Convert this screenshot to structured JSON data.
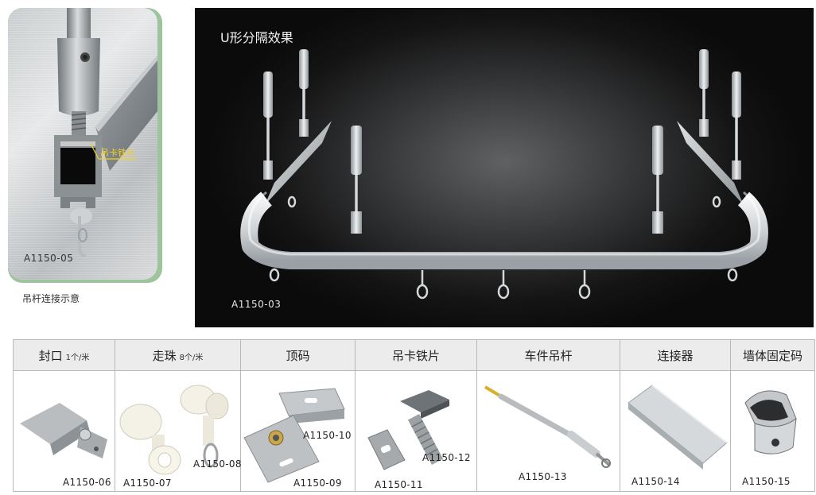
{
  "detail": {
    "code": "A1150-05",
    "callout": "吊卡铁片",
    "caption": "吊杆连接示意"
  },
  "showcase": {
    "title": "U形分隔效果",
    "code": "A1150-03"
  },
  "parts": [
    {
      "name": "封口",
      "unit": "1个/米",
      "codes": [
        "A1150-06"
      ]
    },
    {
      "name": "走珠",
      "unit": "8个/米",
      "codes": [
        "A1150-07",
        "A1150-08"
      ]
    },
    {
      "name": "顶码",
      "unit": "",
      "codes": [
        "A1150-10",
        "A1150-09"
      ]
    },
    {
      "name": "吊卡铁片",
      "unit": "",
      "codes": [
        "A1150-12",
        "A1150-11"
      ]
    },
    {
      "name": "车件吊杆",
      "unit": "",
      "codes": [
        "A1150-13"
      ]
    },
    {
      "name": "连接器",
      "unit": "",
      "codes": [
        "A1150-14"
      ]
    },
    {
      "name": "墙体固定码",
      "unit": "",
      "codes": [
        "A1150-15"
      ]
    }
  ],
  "colors": {
    "callout": "#f2d21b",
    "panel_border": "#9ec49d",
    "header_bg": "#ececec"
  }
}
